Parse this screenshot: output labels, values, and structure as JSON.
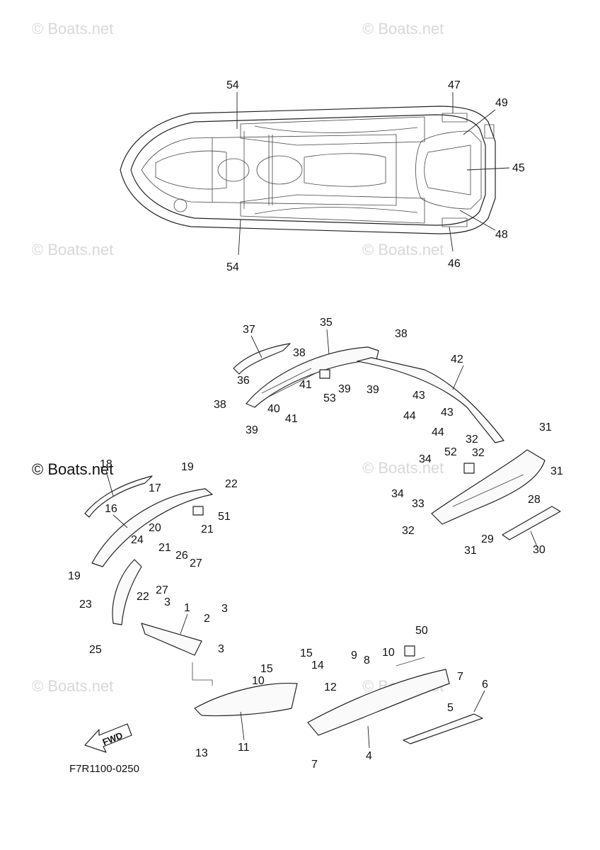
{
  "figure_code": "F7R1100-0250",
  "fwd_label": "FWD",
  "watermark_text": "© Boats.net",
  "colors": {
    "line": "#222222",
    "watermark": "#d8d8d8",
    "background": "#ffffff"
  },
  "top_view_callouts": [
    "54",
    "47",
    "49",
    "45",
    "48",
    "46",
    "54"
  ],
  "callouts": [
    "37",
    "35",
    "38",
    "38",
    "36",
    "39",
    "39",
    "53",
    "41",
    "40",
    "41",
    "38",
    "39",
    "42",
    "43",
    "44",
    "43",
    "44",
    "31",
    "32",
    "52",
    "34",
    "32",
    "34",
    "31",
    "33",
    "28",
    "32",
    "29",
    "31",
    "30",
    "18",
    "19",
    "17",
    "22",
    "16",
    "51",
    "20",
    "21",
    "21",
    "24",
    "19",
    "26",
    "27",
    "22",
    "27",
    "23",
    "1",
    "3",
    "2",
    "3",
    "3",
    "25",
    "50",
    "15",
    "9",
    "10",
    "7",
    "15",
    "14",
    "8",
    "6",
    "10",
    "12",
    "5",
    "4",
    "13",
    "11",
    "7"
  ]
}
